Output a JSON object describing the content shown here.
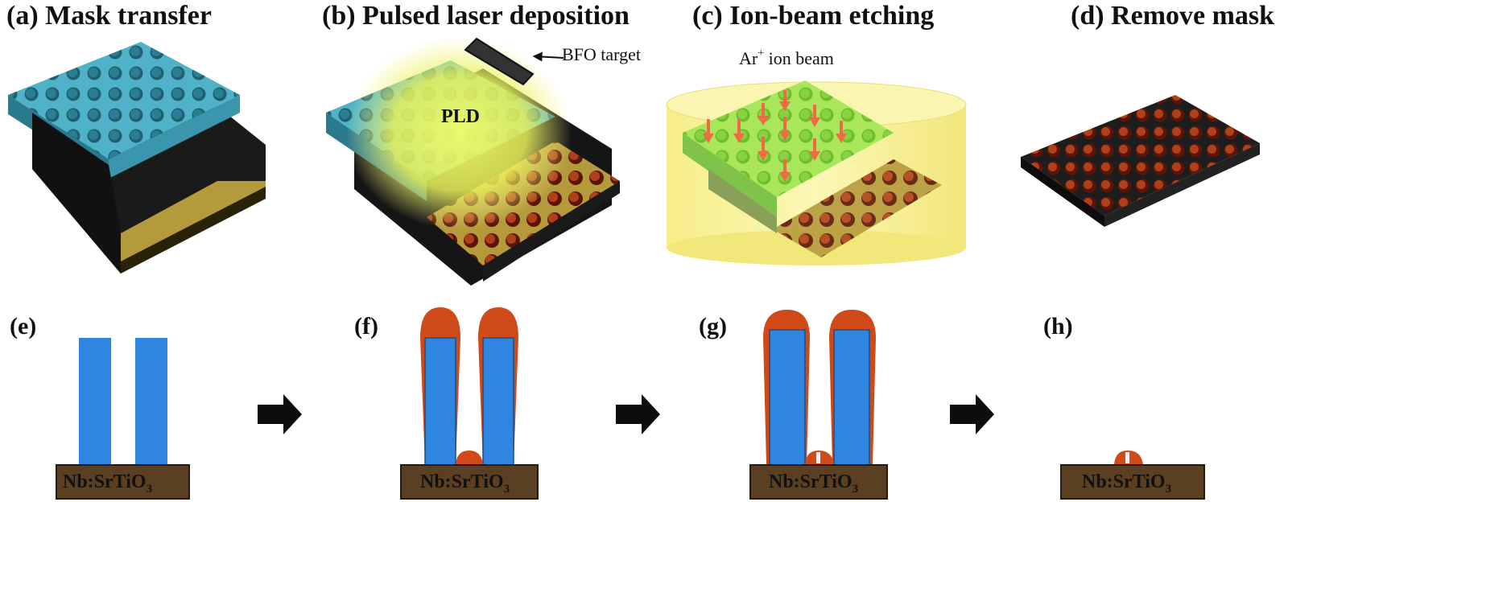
{
  "panels": {
    "a": {
      "title": "(a) Mask transfer"
    },
    "b": {
      "title": "(b) Pulsed laser deposition",
      "target_label": "BFO target",
      "plume_label": "PLD"
    },
    "c": {
      "title": "(c) Ion-beam etching",
      "beam_label_main": "Ar",
      "beam_label_sup": "+",
      "beam_label_rest": " ion beam"
    },
    "d": {
      "title": "(d) Remove mask"
    }
  },
  "cross_sections": {
    "e": {
      "label": "(e)"
    },
    "f": {
      "label": "(f)"
    },
    "g": {
      "label": "(g)"
    },
    "h": {
      "label": "(h)"
    }
  },
  "substrate": {
    "main": "Nb:SrTiO",
    "subscript": "3"
  },
  "colors": {
    "mask": "#3a8fa6",
    "mask_top": "#4fb2c9",
    "substrate_gold": "#b59a3c",
    "substrate_brown": "#5b3f22",
    "bfo": "#cf4a18",
    "bfo_dark": "#7a1c0a",
    "pillar_blue": "#2f86e0",
    "plume": "#eaf25a",
    "beam_yellow": "#f4ef8e",
    "arrow": "#f06a45"
  }
}
